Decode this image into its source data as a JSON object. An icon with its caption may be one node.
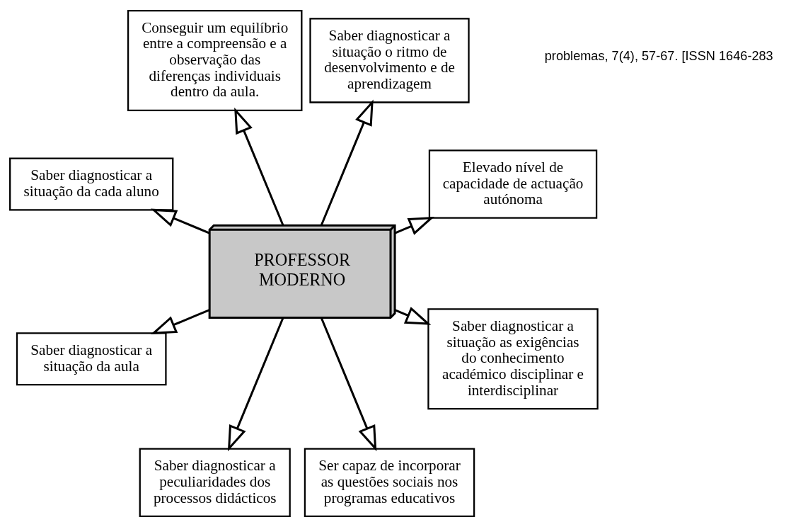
{
  "diagram": {
    "nodes": [
      {
        "text": [
          "PROFESSOR MODERNO"
        ]
      },
      {
        "text": [
          "Elevado nível de capacidade de actuação autónoma"
        ]
      },
      {
        "text": [
          "Saber diagnosticar a situação o ritmo de desenvolvimento e de aprendizagem"
        ]
      },
      {
        "text": [
          "Conseguir um equilíbrio entre a compreensão e a observação das diferenças individuais dentro da aula."
        ]
      },
      {
        "text": [
          "Saber diagnosticar a situação da cada aluno"
        ]
      },
      {
        "text": [
          "Saber diagnosticar a situação da aula"
        ]
      },
      {
        "text": [
          "Saber diagnosticar a peculiaridades dos processos didácticos"
        ]
      },
      {
        "text": [
          "Ser capaz de incorporar as questões sociais nos programas educativos"
        ]
      },
      {
        "text": [
          "Saber diagnosticar a situação as exigências do conhecimento académico disciplinar e interdisciplinar"
        ]
      }
    ],
    "edges": [
      {
        "from": 0,
        "to": 1,
        "arrow": "to"
      },
      {
        "from": 0,
        "to": 2,
        "arrow": "to"
      },
      {
        "from": 0,
        "to": 3,
        "arrow": "to"
      },
      {
        "from": 0,
        "to": 4,
        "arrow": "to"
      },
      {
        "from": 0,
        "to": 5,
        "arrow": "to"
      },
      {
        "from": 0,
        "to": 6,
        "arrow": "to"
      },
      {
        "from": 0,
        "to": 7,
        "arrow": "to"
      },
      {
        "from": 0,
        "to": 8,
        "arrow": "to"
      }
    ],
    "labels": [
      "problemas, 7(4), 57-67. [ISSN 1646-283"
    ]
  }
}
